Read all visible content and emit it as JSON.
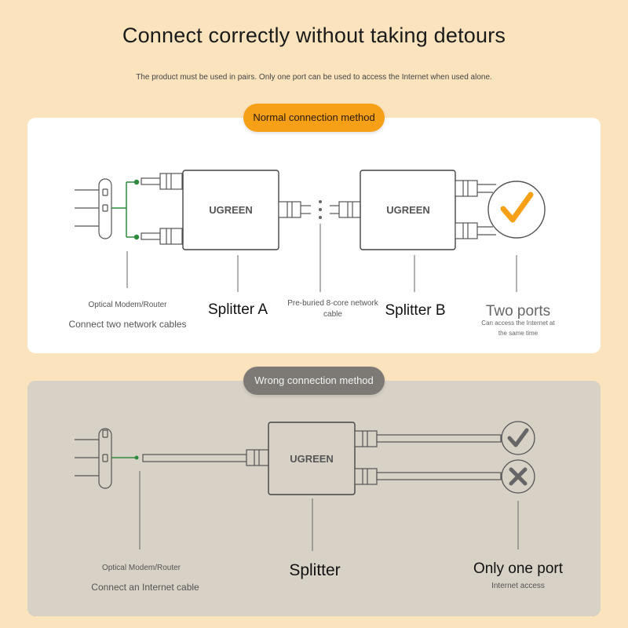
{
  "page": {
    "title": "Connect correctly without taking detours",
    "subtitle": "The product must be used in pairs. Only one port can be used to access the Internet when used alone."
  },
  "normal": {
    "badge": "Normal connection method",
    "brand_a": "UGREEN",
    "brand_b": "UGREEN",
    "modem_label": "Optical Modem/Router",
    "modem_desc": "Connect two network cables",
    "splitter_a": "Splitter A",
    "cable_label": "Pre-buried 8-core network cable",
    "splitter_b": "Splitter B",
    "ports_title": "Two ports",
    "ports_desc": "Can access the Internet at the same time",
    "result_icon": "check-icon"
  },
  "wrong": {
    "badge": "Wrong connection method",
    "brand": "UGREEN",
    "modem_label": "Optical Modem/Router",
    "modem_desc": "Connect an Internet cable",
    "splitter": "Splitter",
    "port_title": "Only one port",
    "port_desc": "Internet access",
    "icons": [
      "check-icon",
      "cross-icon"
    ]
  },
  "colors": {
    "background": "#fbe3bd",
    "accent_orange": "#f5a016",
    "wrong_panel": "#d8d1c5",
    "wrong_badge": "#7d7a76",
    "link_green": "#2e8b3d"
  }
}
